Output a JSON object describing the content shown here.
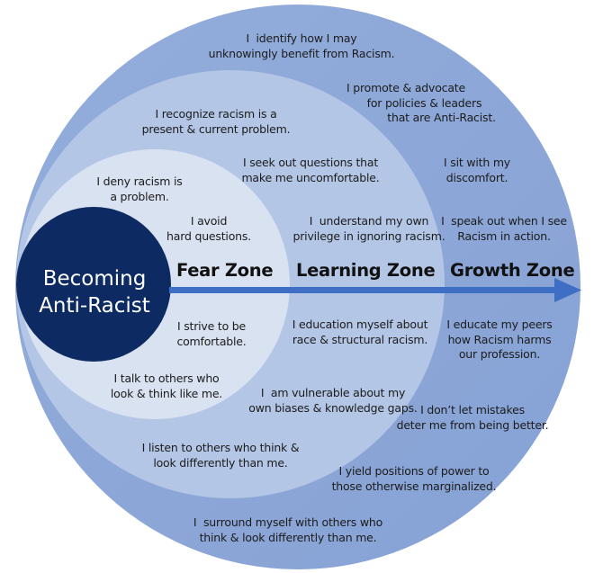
{
  "diagram": {
    "center_label": "Becoming\nAnti-Racist",
    "colors": {
      "background": "#ffffff",
      "growth_zone": "#8ca7d8",
      "learning_zone": "#b3c6e6",
      "fear_zone": "#d9e2f1",
      "center_circle": "#0d2a63",
      "arrow": "#3f6fc4",
      "text": "#1c1c1c"
    },
    "zones": [
      {
        "name": "Fear Zone",
        "statements": [
          "I deny racism is\na problem.",
          "I avoid\nhard questions.",
          "I strive to be\ncomfortable.",
          "I talk to others who\nlook & think like me."
        ]
      },
      {
        "name": "Learning Zone",
        "statements": [
          "I recognize racism is a\npresent & current problem.",
          "I seek out questions that\nmake me uncomfortable.",
          "I  understand my own\nprivilege in ignoring racism.",
          "I education myself about\nrace & structural racism.",
          "I  am vulnerable about my\nown biases & knowledge gaps.",
          "I listen to others who think &\nlook differently than me."
        ]
      },
      {
        "name": "Growth Zone",
        "statements": [
          "I  identify how I may\nunknowingly benefit from Racism.",
          "I promote & advocate\n      for policies & leaders\n            that are Anti-Racist.",
          "I sit with my\ndiscomfort.",
          "I  speak out when I see\nRacism in action.",
          "I educate my peers\nhow Racism harms\nour profession.",
          "I don’t let mistakes\ndeter me from being better.",
          "I yield positions of power to\nthose otherwise marginalized.",
          "I  surround myself with others who\nthink & look differently than me."
        ]
      }
    ]
  }
}
